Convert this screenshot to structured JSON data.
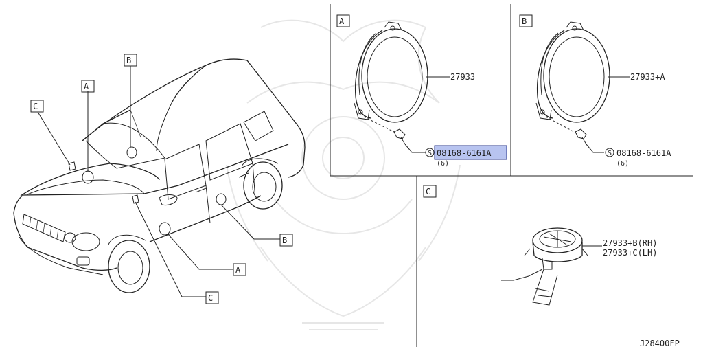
{
  "callouts": {
    "A": "A",
    "B": "B",
    "C": "C"
  },
  "parts": {
    "front_door_speaker": "27933",
    "rear_door_speaker": "27933+A",
    "screw_front": "08168-6161A",
    "screw_front_qty": "(6)",
    "screw_rear": "08168-6161A",
    "screw_rear_qty": "(6)",
    "tweeter_rh": "27933+B(RH)",
    "tweeter_lh": "27933+C(LH)",
    "screw_symbol": "S"
  },
  "diagram_code": "J28400FP",
  "colors": {
    "line": "#222222",
    "highlight_fill": "#b8c4f0",
    "highlight_stroke": "#2b3a8c",
    "watermark": "#e6e6e6"
  }
}
